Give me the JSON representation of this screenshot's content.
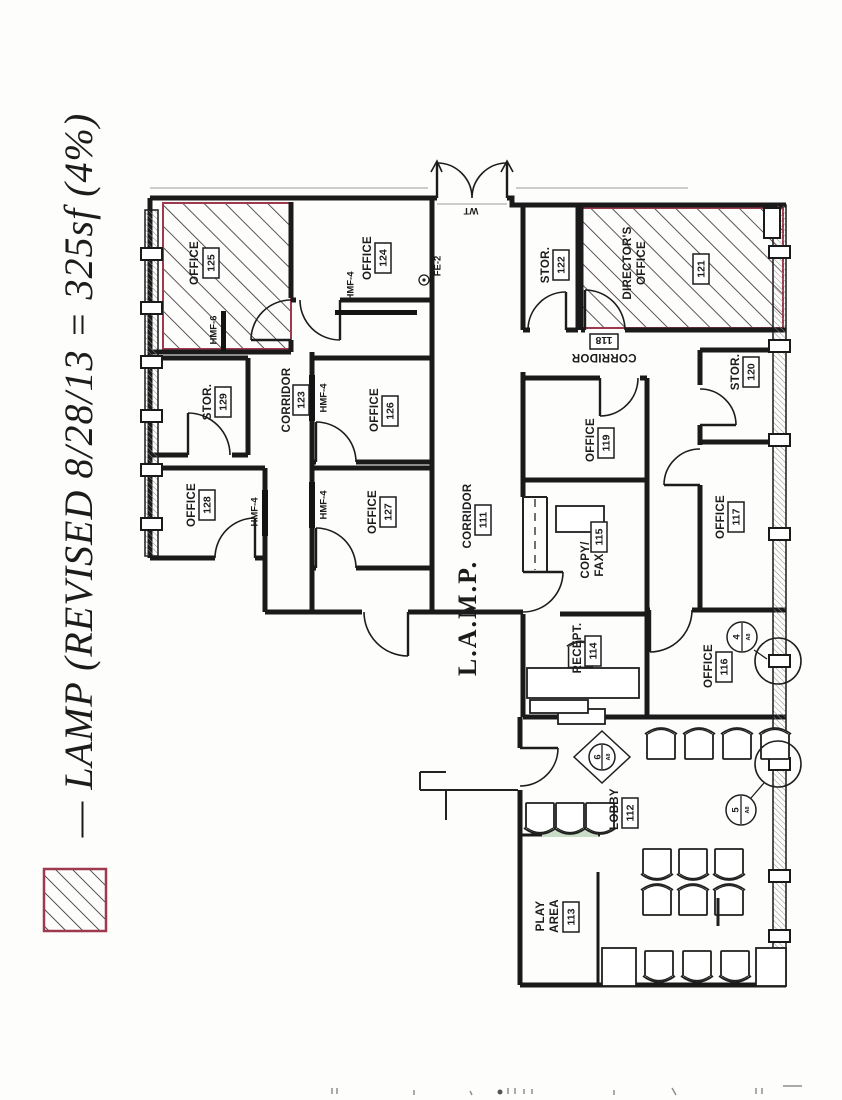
{
  "colors": {
    "annotation": "#6e2433",
    "hatch_border": "#9e3a50",
    "wall": "#1a1a1a"
  },
  "legend": {
    "note": "—  LAMP (REVISED 8/28/13  =  325sf (4%)"
  },
  "building": {
    "name": "L.A.M.P."
  },
  "rooms": {
    "office125": {
      "label": "OFFICE",
      "num": "125"
    },
    "office124": {
      "label": "OFFICE",
      "num": "124"
    },
    "stor129": {
      "label": "STOR.",
      "num": "129"
    },
    "corridor123": {
      "label": "CORRIDOR",
      "num": "123"
    },
    "office126": {
      "label": "OFFICE",
      "num": "126"
    },
    "office128": {
      "label": "OFFICE",
      "num": "128"
    },
    "office127": {
      "label": "OFFICE",
      "num": "127"
    },
    "stor122": {
      "label": "STOR.",
      "num": "122"
    },
    "director121": {
      "label1": "DIRECTOR'S",
      "label2": "OFFICE",
      "num": "121"
    },
    "corridor118": {
      "label": "CORRIDOR",
      "num": "118"
    },
    "stor120": {
      "label": "STOR.",
      "num": "120"
    },
    "office119": {
      "label": "OFFICE",
      "num": "119"
    },
    "corridor111": {
      "label": "CORRIDOR",
      "num": "111"
    },
    "copyfax115": {
      "label1": "COPY/",
      "label2": "FAX",
      "num": "115"
    },
    "office117": {
      "label": "OFFICE",
      "num": "117"
    },
    "recept114": {
      "label": "RECEPT.",
      "num": "114"
    },
    "office116": {
      "label": "OFFICE",
      "num": "116"
    },
    "lobby112": {
      "label": "LOBBY",
      "num": "112"
    },
    "play113": {
      "label1": "PLAY",
      "label2": "AREA",
      "num": "113"
    }
  },
  "tags": {
    "wt": "WT",
    "fe2": "FE-2",
    "hmf4": "HMF-4",
    "hmf6": "HMF-6"
  },
  "callouts": {
    "c4": {
      "num": "4",
      "sheet": "A8"
    },
    "c5": {
      "num": "5",
      "sheet": "A8"
    },
    "c6": {
      "num": "6",
      "sheet": "A8"
    }
  }
}
